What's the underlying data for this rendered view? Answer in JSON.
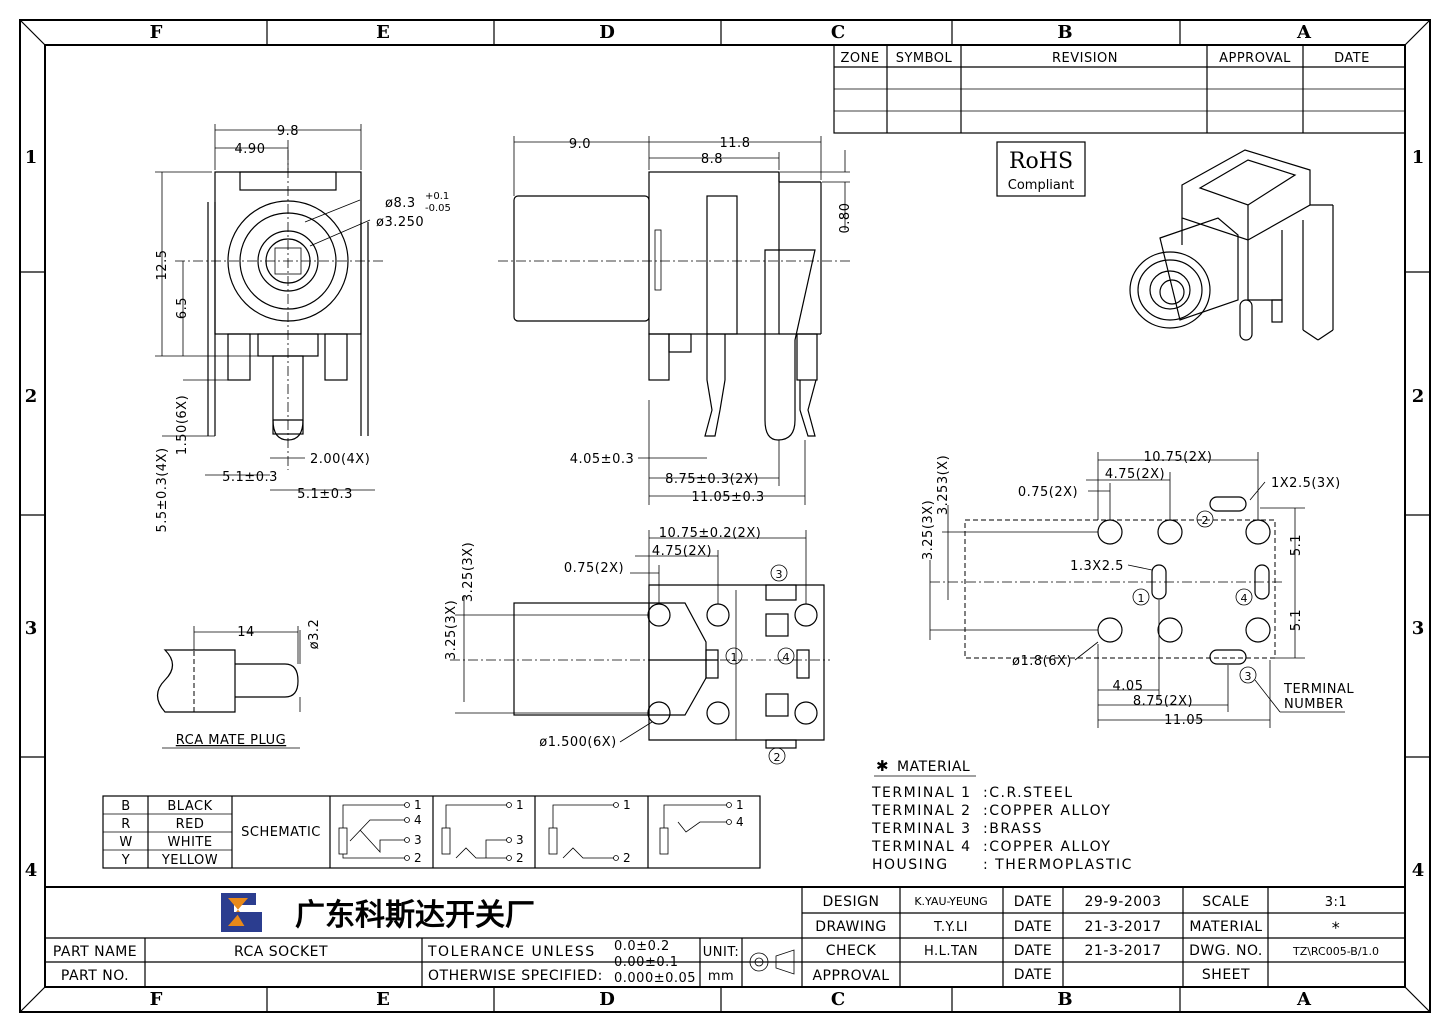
{
  "border": {
    "columns": [
      "F",
      "E",
      "D",
      "C",
      "B",
      "A"
    ],
    "rows": [
      "1",
      "2",
      "3",
      "4"
    ]
  },
  "revision_table": {
    "headers": [
      "ZONE",
      "SYMBOL",
      "REVISION",
      "APPROVAL",
      "DATE"
    ]
  },
  "rohs": {
    "title": "RoHS",
    "subtitle": "Compliant"
  },
  "front_view": {
    "d_width": "9.8",
    "d_half": "4.90",
    "d_outer": "ø8.3",
    "tol_up": "+0.1",
    "tol_down": "-0.05",
    "d_inner": "ø3.250",
    "h_total": "12.5",
    "h_center": "6.5",
    "pins_h": "1.50(6X)",
    "pins_5_5": "5.5±0.3(4X)",
    "pin_w": "2.00(4X)",
    "pitch_a": "5.1±0.3",
    "pitch_b": "5.1±0.3"
  },
  "side_view": {
    "d_9": "9.0",
    "d_11_8": "11.8",
    "d_8_8": "8.8",
    "d_0_80": "0.80",
    "d_4_05": "4.05±0.3",
    "d_8_75": "8.75±0.3(2X)",
    "d_11_05": "11.05±0.3"
  },
  "bottom_view": {
    "d_10_75": "10.75±0.2(2X)",
    "d_4_75": "4.75(2X)",
    "d_0_75": "0.75(2X)",
    "d_3_25a": "3.25(3X)",
    "d_3_25b": "3.25(3X)",
    "d_hole": "ø1.500(6X)",
    "n1": "1",
    "n2": "2",
    "n3": "3",
    "n4": "4"
  },
  "pcb_layout": {
    "d_10_75": "10.75(2X)",
    "d_4_75": "4.75(2X)",
    "d_0_75": "0.75(2X)",
    "d_slot": "1X2.5(3X)",
    "d_3_25": "3.25(3X)",
    "d_3_253": "3.253(X)",
    "d_1_3": "1.3X2.5",
    "d_5_1a": "5.1",
    "d_5_1b": "5.1",
    "d_hole": "ø1.8(6X)",
    "d_4_05": "4.05",
    "d_8_75": "8.75(2X)",
    "d_11_05": "11.05",
    "terminal_number": [
      "TERMINAL",
      "NUMBER"
    ],
    "n1": "1",
    "n2": "2",
    "n3": "3",
    "n4": "4"
  },
  "plug": {
    "d_14": "14",
    "d_3_2": "ø3.2",
    "label": "RCA MATE PLUG"
  },
  "color_table": {
    "rows": [
      {
        "code": "B",
        "color": "BLACK"
      },
      {
        "code": "R",
        "color": "RED"
      },
      {
        "code": "W",
        "color": "WHITE"
      },
      {
        "code": "Y",
        "color": "YELLOW"
      }
    ],
    "schematic_label": "SCHEMATIC",
    "schematic_pins": {
      "p1": "1",
      "p2": "2",
      "p3": "3",
      "p4": "4"
    }
  },
  "material": {
    "heading": "MATERIAL",
    "items": [
      {
        "part": "TERMINAL 1",
        "material": ":C.R.STEEL"
      },
      {
        "part": "TERMINAL 2",
        "material": ":COPPER ALLOY"
      },
      {
        "part": "TERMINAL 3",
        "material": ":BRASS"
      },
      {
        "part": "TERMINAL 4",
        "material": ":COPPER ALLOY"
      },
      {
        "part": "HOUSING",
        "material": ": THERMOPLASTIC"
      }
    ]
  },
  "title_block": {
    "company": "广东科斯达开关厂",
    "part_name_label": "PART NAME",
    "part_name": "RCA SOCKET",
    "part_no_label": "PART NO.",
    "tolerance_1": "TOLERANCE UNLESS",
    "tolerance_2": "OTHERWISE SPECIFIED:",
    "tol_a": "0.0±0.2",
    "tol_b": "0.00±0.1",
    "tol_c": "0.000±0.05",
    "unit_label": "UNIT:",
    "unit": "mm",
    "design_label": "DESIGN",
    "design_by": "K.YAU-YEUNG",
    "design_date": "29-9-2003",
    "drawing_label": "DRAWING",
    "drawing_by": "T.Y.LI",
    "drawing_date": "21-3-2017",
    "check_label": "CHECK",
    "check_by": "H.L.TAN",
    "check_date": "21-3-2017",
    "approval_label": "APPROVAL",
    "date_label": "DATE",
    "scale_label": "SCALE",
    "scale": "3:1",
    "material_label": "MATERIAL",
    "material_value": "*",
    "dwg_label": "DWG. NO.",
    "dwg_no": "TZ\\RC005-B/1.0",
    "sheet_label": "SHEET"
  }
}
